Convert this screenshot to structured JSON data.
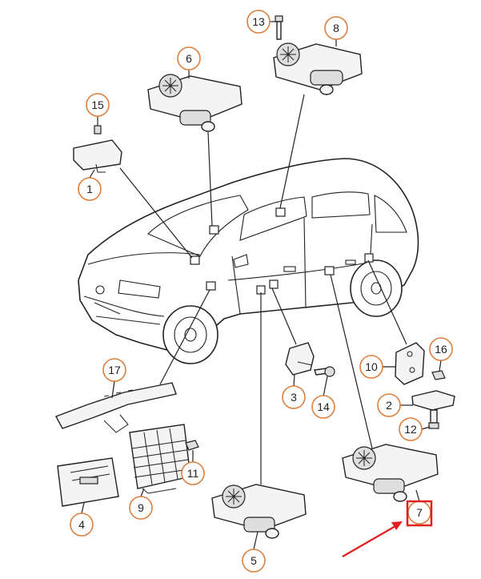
{
  "diagram": {
    "callouts": [
      {
        "id": "c1",
        "label": "1"
      },
      {
        "id": "c2",
        "label": "2"
      },
      {
        "id": "c3",
        "label": "3"
      },
      {
        "id": "c4",
        "label": "4"
      },
      {
        "id": "c5",
        "label": "5"
      },
      {
        "id": "c6",
        "label": "6"
      },
      {
        "id": "c7",
        "label": "7"
      },
      {
        "id": "c8",
        "label": "8"
      },
      {
        "id": "c9",
        "label": "9"
      },
      {
        "id": "c10",
        "label": "10"
      },
      {
        "id": "c11",
        "label": "11"
      },
      {
        "id": "c12",
        "label": "12"
      },
      {
        "id": "c13",
        "label": "13"
      },
      {
        "id": "c14",
        "label": "14"
      },
      {
        "id": "c15",
        "label": "15"
      },
      {
        "id": "c16",
        "label": "16"
      },
      {
        "id": "c17",
        "label": "17"
      }
    ],
    "highlight": {
      "target": "7",
      "color": "#e02020"
    },
    "colors": {
      "callout_border": "#d9803e",
      "highlight": "#e02020",
      "line": "#222222"
    }
  }
}
